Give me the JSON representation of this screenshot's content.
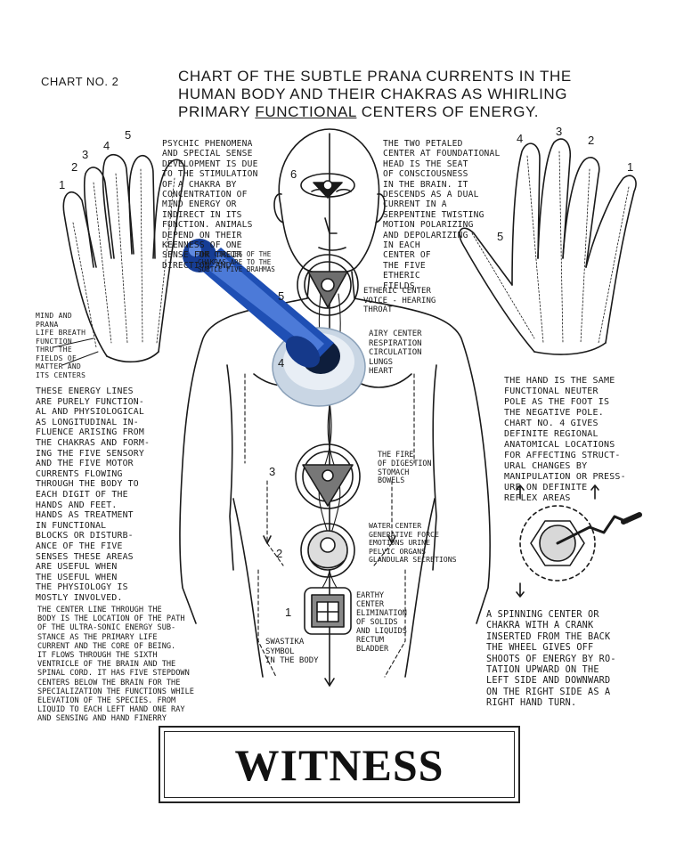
{
  "header": {
    "chart_number": "CHART NO. 2",
    "title_line1": "CHART OF THE SUBTLE PRANA CURRENTS IN THE",
    "title_line2": "HUMAN BODY AND THEIR CHAKRAS AS WHIRLING",
    "title_line3_pre": "PRIMARY ",
    "title_line3_underlined": "FUNCTIONAL",
    "title_line3_post": " CENTERS OF ENERGY."
  },
  "left_hand": {
    "numbers": [
      "1",
      "2",
      "3",
      "4",
      "5"
    ],
    "side_note": "MIND AND\nPRANA\nLIFE BREATH\nFUNCTION\nTHRU THE\nFIELDS OF\nMATTER AND\nITS CENTERS"
  },
  "right_hand": {
    "numbers": [
      "4",
      "3",
      "2",
      "1",
      "5"
    ]
  },
  "notes": {
    "psychic": "PSYCHIC PHENOMENA\nAND SPECIAL SENSE\nDEVELOPMENT IS DUE\nTO THE STIMULATION\nOF A CHAKRA BY\nCONCENTRATION OF\nMIND ENERGY OR\nINDIRECT IN ITS\nFUNCTION. ANIMALS\nDEPEND ON THEIR\nKEENNESS OF ONE\nSENSE FOR THEIR\nDIRECTION AND",
    "two_petaled": "THE TWO PETALED\nCENTER AT FOUNDATIONAL\nHEAD IS THE SEAT\nOF CONSCIOUSNESS\nIN THE BRAIN. IT\nDESCENDS AS A DUAL\nCURRENT IN A\nSERPENTINE TWISTING\nMOTION POLARIZING\nAND DEPOLARIZING\nIN EACH\nCENTER OF\nTHE FIVE\nETHERIC\nFIELDS.",
    "energy_lines": "THESE ENERGY LINES\nARE PURELY FUNCTION-\nAL AND PHYSIOLOGICAL\nAS LONGITUDINAL IN-\nFLUENCE ARISING FROM\nTHE CHAKRAS AND FORM-\nING THE FIVE SENSORY\nAND THE FIVE MOTOR\nCURRENTS FLOWING\nTHROUGH THE BODY TO\nEACH DIGIT OF THE\nHANDS AND FEET.\nHANDS AS TREATMENT\nIN FUNCTIONAL\nBLOCKS OR DISTURB-\nANCE OF THE FIVE\nSENSES THESE AREAS\nARE USEFUL WHEN\nTHE USEFUL WHEN\nTHE PHYSIOLOGY IS\nMOSTLY INVOLVED.",
    "hand_same": "THE HAND IS THE SAME\nFUNCTIONAL NEUTER\nPOLE AS THE FOOT IS\nTHE NEGATIVE POLE.\nCHART NO. 4 GIVES\nDEFINITE REGIONAL\nANATOMICAL LOCATIONS\nFOR AFFECTING STRUCT-\nURAL CHANGES BY\nMANIPULATION OR PRESS-\nURE ON DEFINITE\nREFLEX AREAS",
    "center_line": "THE CENTER LINE THROUGH THE\nBODY IS THE LOCATION OF THE PATH\nOF THE ULTRA-SONIC ENERGY SUB-\nSTANCE AS THE PRIMARY LIFE\nCURRENT AND THE CORE OF BEING.\nIT FLOWS THROUGH THE SIXTH\nVENTRICLE OF THE BRAIN AND THE\nSPINAL CORD. IT HAS FIVE STEPDOWN\nCENTERS BELOW THE BRAIN FOR THE\nSPECIALIZATION THE FUNCTIONS WHILE\nELEVATION OF THE SPECIES. FROM\nLIQUID TO EACH LEFT HAND ONE RAY\nAND SENSING AND HAND FINERRY",
    "spinning": "A SPINNING CENTER OR\nCHAKRA WITH A CRANK\nINSERTED FROM THE BACK\nTHE WHEEL GIVES OFF\nSHOOTS OF ENERGY BY RO-\nTATION UPWARD ON THE\nLEFT SIDE AND DOWNWARD\nON THE RIGHT SIDE AS A\nRIGHT HAND TURN.",
    "etheric": "ETHERIC CENTER\nVOICE - HEARING\nTHROAT",
    "airy": "AIRY CENTER\nRESPIRATION\nCIRCULATION\nLUNGS\nHEART",
    "fire": "THE FIRE\nOF DIGESTION\nSTOMACH\nBOWELS",
    "water": "WATER CENTER\nGENERATIVE FORCE\nEMOTIONS URINE\nPELVIC ORGANS\nGLANDULAR SECRETIONS",
    "earthy": "EARTHY\nCENTER\nELIMINATION\nOF SOLIDS\nAND LIQUIDS\nRECTUM\nBLADDER",
    "swastika": "SWASTIKA\nSYMBOL\nIN THE BODY",
    "circles": "THE CIRCLES OF THE\nCHAKRAS ARE TO THE\nSUBTLE FIVE BRAHMAS"
  },
  "chakra_numbers": [
    "6",
    "5",
    "4",
    "3",
    "2",
    "1"
  ],
  "caption": {
    "label": "WITNESS"
  },
  "colors": {
    "ink": "#1a1a1a",
    "pin_blue": "#1f4fb4",
    "pin_base": "#c9d6e4",
    "background": "#ffffff"
  }
}
